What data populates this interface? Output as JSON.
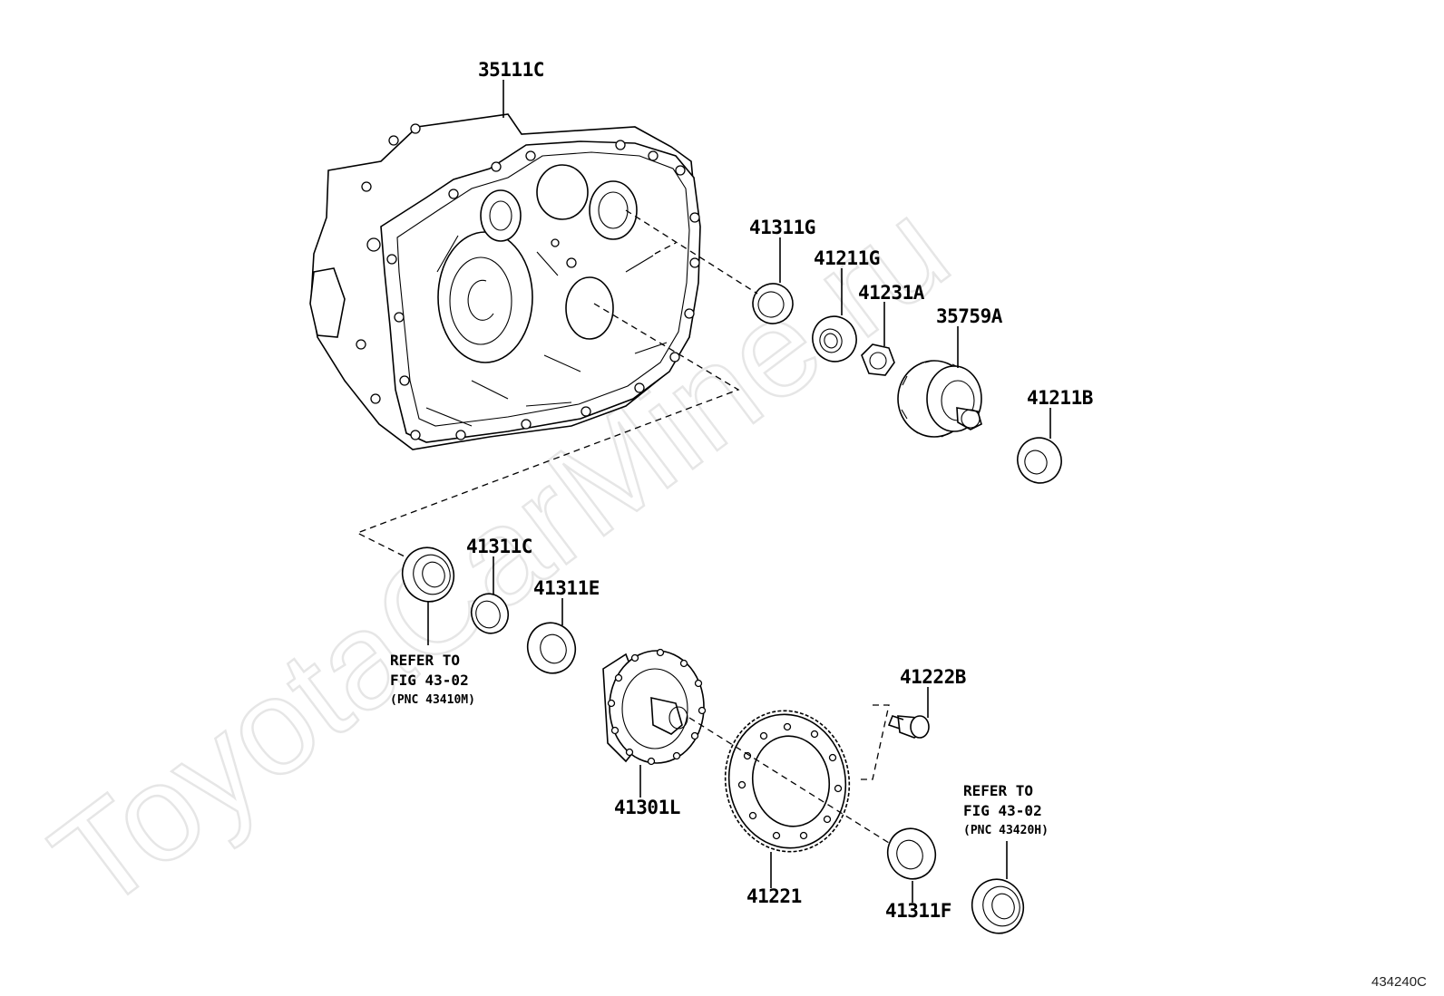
{
  "watermark": "ToyotaCarMine.ru",
  "figure_code": "434240C",
  "parts": {
    "transaxle_housing": "35111C",
    "oil_seal_upper": "41311G",
    "bearing_upper_left": "41211G",
    "nut": "41231A",
    "drive_pinion_gear": "35759A",
    "bearing_upper_right": "41211B",
    "oil_seal_small": "41311C",
    "bearing_mid": "41311E",
    "differential_case": "41301L",
    "ring_gear_bolt": "41222B",
    "ring_gear": "41221",
    "bearing_lower": "41311F"
  },
  "refer_left": {
    "line1": "REFER TO",
    "line2": "FIG 43-02",
    "line3": "(PNC 43410M)"
  },
  "refer_right": {
    "line1": "REFER TO",
    "line2": "FIG 43-02",
    "line3": "(PNC 43420H)"
  }
}
